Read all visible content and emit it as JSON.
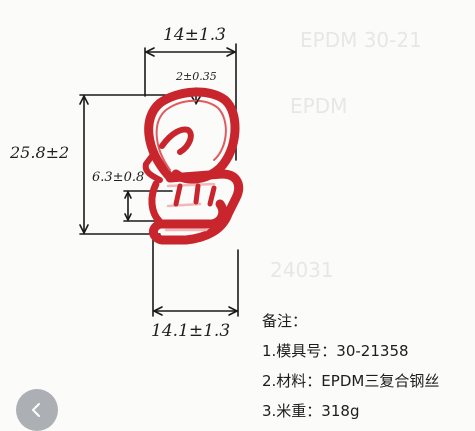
{
  "dimensions": {
    "top_width": "14±1.3",
    "wall_thickness": "2±0.35",
    "total_height": "25.8±2",
    "inner_height": "6.3±0.8",
    "bottom_width": "14.1±1.3"
  },
  "notes": {
    "title": "备注：",
    "mold_number": "1.模具号：30-21358",
    "material": "2.材料：EPDM三复合钢丝",
    "weight": "3.米重：318g"
  },
  "nav": {
    "back_icon": "chevron-left-icon"
  },
  "colors": {
    "seal_profile": "#c8252c",
    "seal_highlight": "#f2b7b9",
    "dimension_line": "#1a1a1a",
    "nav_button": "#9fa3a8"
  }
}
